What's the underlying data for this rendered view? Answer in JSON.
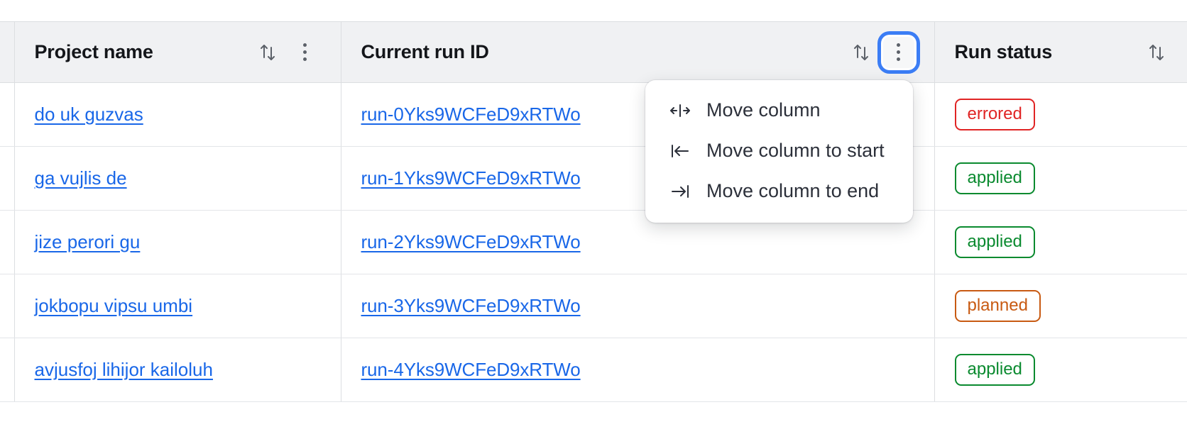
{
  "table": {
    "columns": [
      {
        "id": "project",
        "label": "Project name",
        "sort_icon": "sort-updown-icon",
        "has_menu": true,
        "menu_open": false
      },
      {
        "id": "runid",
        "label": "Current run ID",
        "sort_icon": "sort-updown-icon",
        "has_menu": true,
        "menu_open": true
      },
      {
        "id": "status",
        "label": "Run status",
        "sort_icon": "sort-updown-icon",
        "has_menu": false,
        "menu_open": false
      }
    ],
    "rows": [
      {
        "project": "do uk guzvas",
        "run_id": "run-0Yks9WCFeD9xRTWo",
        "status": "errored",
        "status_kind": "errored"
      },
      {
        "project": "ga vujlis de",
        "run_id": "run-1Yks9WCFeD9xRTWo",
        "status": "applied",
        "status_kind": "applied"
      },
      {
        "project": "jize perori gu",
        "run_id": "run-2Yks9WCFeD9xRTWo",
        "status": "applied",
        "status_kind": "applied"
      },
      {
        "project": "jokbopu vipsu umbi",
        "run_id": "run-3Yks9WCFeD9xRTWo",
        "status": "planned",
        "status_kind": "planned"
      },
      {
        "project": "avjusfoj lihijor kailoluh",
        "run_id": "run-4Yks9WCFeD9xRTWo",
        "status": "applied",
        "status_kind": "applied"
      }
    ]
  },
  "column_menu": {
    "items": [
      {
        "icon": "move-column-icon",
        "label": "Move column"
      },
      {
        "icon": "move-column-to-start-icon",
        "label": "Move column to start"
      },
      {
        "icon": "move-column-to-end-icon",
        "label": "Move column to end"
      }
    ]
  },
  "colors": {
    "link": "#1967e8",
    "errored": "#e02424",
    "applied": "#0a8a2f",
    "planned": "#c85a12",
    "focus_ring": "#3b7df5",
    "header_bg": "#f0f1f3",
    "border": "#dcdee1"
  }
}
